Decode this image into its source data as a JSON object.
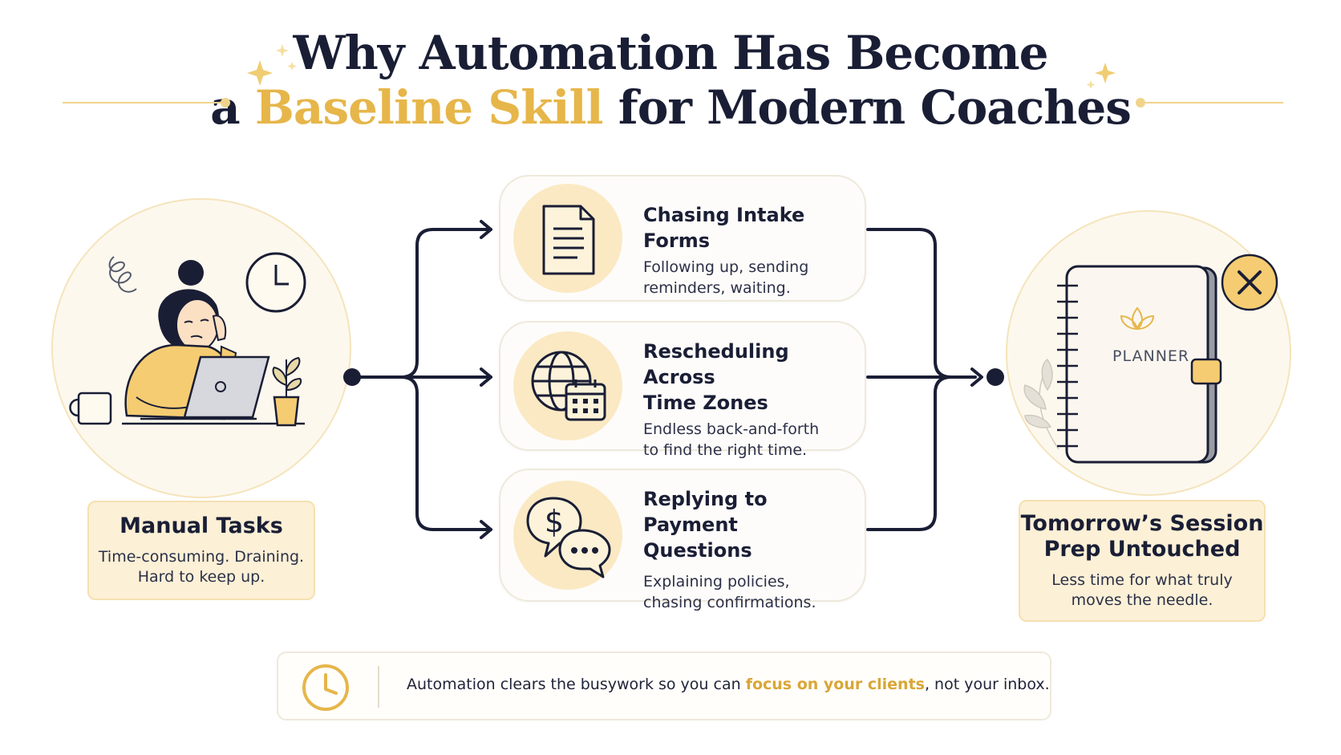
{
  "title": {
    "line1": "Why Automation Has Become",
    "line2_prefix": "a ",
    "line2_highlight": "Baseline Skill",
    "line2_suffix": " for Modern Coaches"
  },
  "left_panel": {
    "title": "Manual Tasks",
    "desc_line1": "Time-consuming. Draining.",
    "desc_line2": "Hard to keep up."
  },
  "steps": [
    {
      "title_line1": "Chasing Intake Forms",
      "title_line2": "",
      "desc_line1": "Following up, sending",
      "desc_line2": "reminders, waiting.",
      "icon": "document-icon"
    },
    {
      "title_line1": "Rescheduling Across",
      "title_line2": "Time Zones",
      "desc_line1": "Endless back-and-forth",
      "desc_line2": "to find the right time.",
      "icon": "globe-calendar-icon"
    },
    {
      "title_line1": "Replying to Payment",
      "title_line2": "Questions",
      "desc_line1": "Explaining policies,",
      "desc_line2": "chasing confirmations.",
      "icon": "payment-chat-icon"
    }
  ],
  "right_panel": {
    "planner_label": "PLANNER",
    "title_line1": "Tomorrow’s Session",
    "title_line2": "Prep Untouched",
    "desc_line1": "Less time for what truly",
    "desc_line2": "moves the needle."
  },
  "footer": {
    "text_before": "Automation clears the busywork so you can ",
    "text_highlight": "focus on your clients",
    "text_after": ", not your inbox.",
    "icon": "clock-icon"
  },
  "colors": {
    "accent": "#e6b64a",
    "navy": "#1a1e35",
    "cream": "#fcf0d6"
  }
}
